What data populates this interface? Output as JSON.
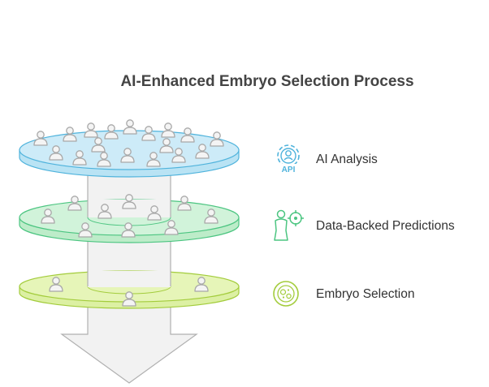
{
  "title": "AI-Enhanced Embryo Selection Process",
  "stages": [
    {
      "label": "AI Analysis",
      "icon": "gear-api-icon",
      "color": "#4fb3dc",
      "fill": "#b9e3f4",
      "people": 18
    },
    {
      "label": "Data-Backed Predictions",
      "icon": "person-target-icon",
      "color": "#4cc581",
      "fill": "#bdecc9",
      "people": 10
    },
    {
      "label": "Embryo Selection",
      "icon": "embryo-icon",
      "color": "#a3cc3c",
      "fill": "#dcf0a3",
      "people": 3
    }
  ],
  "icon_text": {
    "api": "API"
  },
  "colors": {
    "title": "#444444",
    "label": "#333333",
    "column": "#f2f2f2",
    "outline": "#b0b0b0",
    "person": "#a8a8a8"
  }
}
